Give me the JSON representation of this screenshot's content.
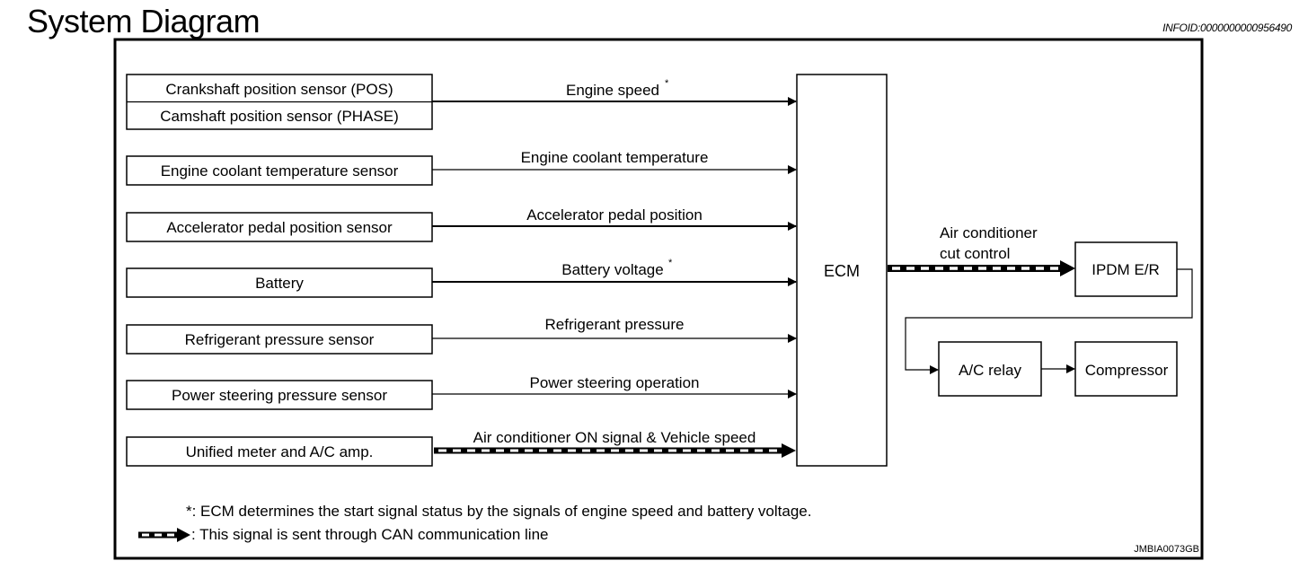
{
  "page": {
    "title": "System Diagram",
    "info_id": "INFOID:0000000000956490",
    "figure_code": "JMBIA0073GB"
  },
  "inputs": [
    {
      "label": "Crankshaft position sensor (POS)"
    },
    {
      "label": "Camshaft position sensor (PHASE)"
    },
    {
      "label": "Engine coolant temperature sensor"
    },
    {
      "label": "Accelerator pedal position sensor"
    },
    {
      "label": "Battery"
    },
    {
      "label": "Refrigerant pressure sensor"
    },
    {
      "label": "Power steering pressure sensor"
    },
    {
      "label": "Unified meter and A/C amp."
    }
  ],
  "signals": [
    {
      "label": "Engine speed",
      "mark": "*",
      "can": false
    },
    {
      "label": "Engine coolant temperature",
      "mark": "",
      "can": false
    },
    {
      "label": "Accelerator pedal position",
      "mark": "",
      "can": false
    },
    {
      "label": "Battery voltage",
      "mark": "*",
      "can": false
    },
    {
      "label": "Refrigerant pressure",
      "mark": "",
      "can": false
    },
    {
      "label": "Power steering operation",
      "mark": "",
      "can": false
    },
    {
      "label": "Air conditioner ON signal & Vehicle speed",
      "mark": "",
      "can": true
    }
  ],
  "ecm": {
    "label": "ECM"
  },
  "output_signal": {
    "line1": "Air conditioner",
    "line2": "cut control"
  },
  "ipdm": {
    "label": "IPDM E/R"
  },
  "ac_relay": {
    "label": "A/C relay"
  },
  "compressor": {
    "label": "Compressor"
  },
  "notes": {
    "asterisk_note": "*: ECM determines the start signal status by the signals of engine speed and battery voltage.",
    "can_note": ": This signal is sent through CAN communication line"
  }
}
